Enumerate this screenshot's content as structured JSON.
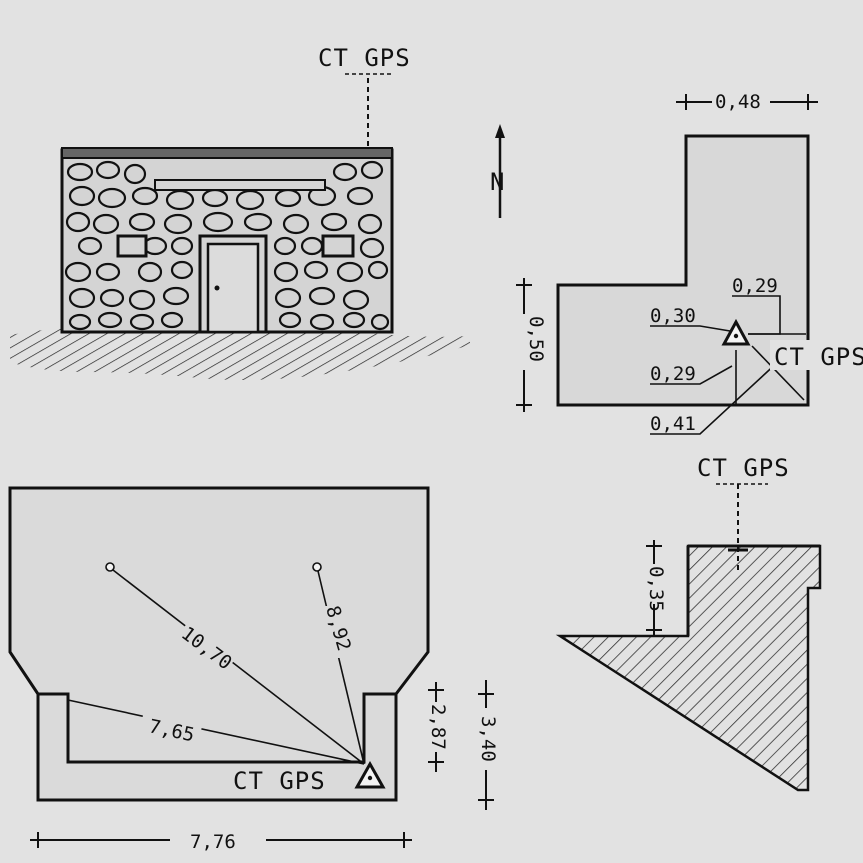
{
  "elevation": {
    "marker_label": "CT GPS"
  },
  "north_arrow": {
    "label": "N"
  },
  "corner_detail": {
    "width_dim": "0,48",
    "height_dim": "0,50",
    "marker_label": "CT GPS",
    "offsets": [
      "0,30",
      "0,29",
      "0,29",
      "0,41"
    ]
  },
  "section_detail": {
    "marker_label": "CT GPS",
    "height_dim": "0,35"
  },
  "plan": {
    "marker_label": "CT GPS",
    "distances": [
      "10,70",
      "8,92",
      "7,65"
    ],
    "width_dim": "7,76",
    "right_dims": [
      "2,87",
      "3,40"
    ]
  }
}
